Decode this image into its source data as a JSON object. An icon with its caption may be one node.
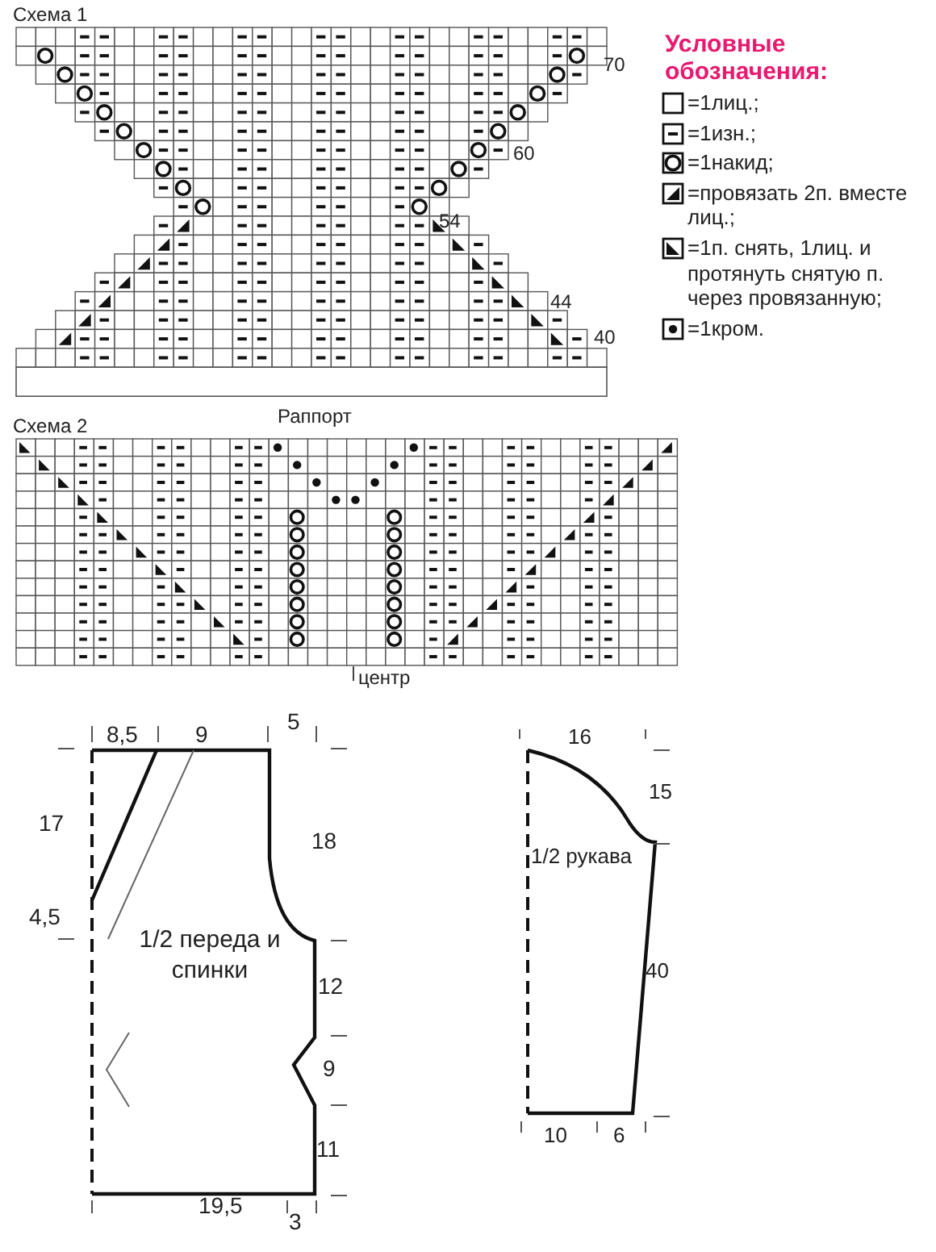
{
  "diagram": {
    "nodes": [
      {
        "text": [
          "1/2 переда и спинки"
        ]
      },
      {
        "text": [
          "1/2 рукава"
        ]
      }
    ],
    "labels": [
      "Схема 1",
      "Условные обозначения:",
      "70",
      "60",
      "54",
      "44",
      "40",
      "Раппорт",
      "Схема 2",
      "центр",
      "8,5",
      "9",
      "5",
      "16",
      "15",
      "17",
      "18",
      "4,5",
      "12",
      "40",
      "9",
      "11",
      "10",
      "6",
      "19,5",
      "3"
    ],
    "legend": [
      {
        "text": "=1лиц.;"
      },
      {
        "text": "=1изн.;"
      },
      {
        "text": "=1накид;"
      },
      {
        "text": "=провязать 2п. вместе лиц.;"
      },
      {
        "text": "=1п. снять, 1лиц. и протянуть снятую п. через провязанную;"
      },
      {
        "text": "=1кром."
      }
    ]
  }
}
